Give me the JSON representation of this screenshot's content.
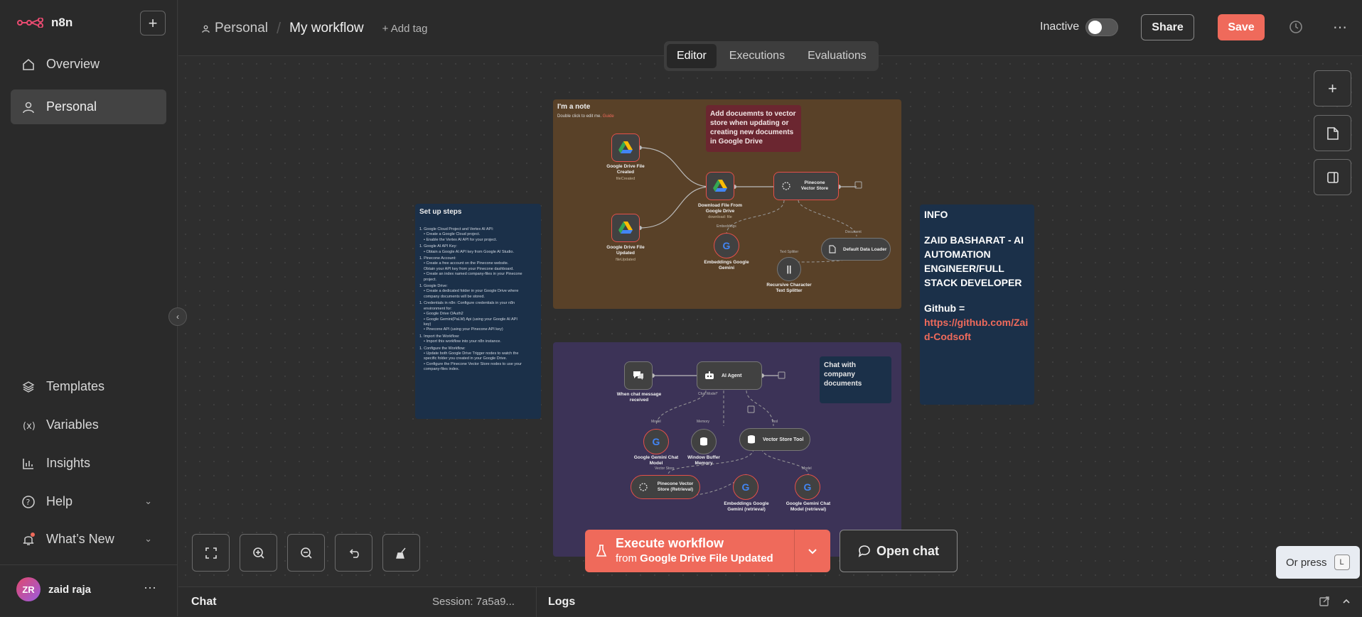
{
  "sidebar": {
    "logo_text": "n8n",
    "items": [
      {
        "label": "Overview",
        "icon": "home-icon"
      },
      {
        "label": "Personal",
        "icon": "user-icon"
      }
    ],
    "bottom_items": [
      {
        "label": "Templates",
        "icon": "templates-icon"
      },
      {
        "label": "Variables",
        "icon": "variables-icon"
      },
      {
        "label": "Insights",
        "icon": "insights-icon"
      },
      {
        "label": "Help",
        "icon": "help-icon"
      },
      {
        "label": "What’s New",
        "icon": "bell-icon"
      }
    ],
    "user": {
      "initials": "ZR",
      "name": "zaid raja"
    }
  },
  "header": {
    "project": "Personal",
    "workflow": "My workflow",
    "add_tag": "+ Add tag",
    "status": "Inactive",
    "share": "Share",
    "save": "Save"
  },
  "tabs": [
    "Editor",
    "Executions",
    "Evaluations"
  ],
  "notes": {
    "top_title": "I'm a note",
    "top_sub": "Double click to edit me.",
    "top_sub_link": "Guide",
    "red": "Add docuemnts to vector store when updating or creating new documents in Google Drive",
    "chat": "Chat with company documents",
    "steps_title": "Set up steps",
    "steps": [
      "1. Google Cloud Project and Vertex AI API:",
      "• Create a Google Cloud project.",
      "• Enable the Vertex AI API for your project.",
      "1. Google AI API Key:",
      "• Obtain a Google AI API key from Google AI Studio.",
      "1. Pinecone Account:",
      "• Create a free account on the Pinecone website.",
      "  Obtain your API key from your Pinecone dashboard.",
      "• Create an index named company-files in your Pinecone",
      "  project.",
      "1. Google Drive:",
      "• Create a dedicated folder in your Google Drive where",
      "  company documents will be stored.",
      "1. Credentials in n8n: Configure credentials in your n8n",
      "  environment for:",
      "• Google Drive OAuth2",
      "• Google Gemini(PaLM) Api (using your Google AI API",
      "  key)",
      "• Pinecone API (using your Pinecone API key)",
      "1. Import the Workflow:",
      "• Import this workflow into your n8n instance.",
      "1. Configure the Workflow:",
      "• Update both Google Drive Trigger nodes to watch the",
      "  specific folder you created in your Google Drive.",
      "• Configure the Pinecone Vector Store nodes to use your",
      "  company-files index."
    ],
    "info_title": "INFO",
    "info_body": "ZAID BASHARAT - AI AUTOMATION ENGINEER/FULL STACK DEVELOPER",
    "info_github": "Github =",
    "info_link": "https://github.com/Zaid-Codsoft"
  },
  "nodes": {
    "gd_created": {
      "label": "Google Drive File Created",
      "sub": "fileCreated"
    },
    "gd_updated": {
      "label": "Google Drive File Updated",
      "sub": "fileUpdated"
    },
    "download": {
      "label": "Download File From Google Drive",
      "sub": "download: file"
    },
    "pinecone": {
      "label": "Pinecone Vector Store"
    },
    "emb": {
      "label": "Embeddings Google Gemini"
    },
    "loader": {
      "label": "Default Data Loader"
    },
    "splitter": {
      "label": "Recursive Character Text Splitter"
    },
    "chat_trigger": {
      "label": "When chat message received"
    },
    "agent": {
      "label": "AI Agent"
    },
    "gemini_chat": {
      "label": "Google Gemini Chat Model"
    },
    "memory": {
      "label": "Window Buffer Memory"
    },
    "vs_tool": {
      "label": "Vector Store Tool"
    },
    "pinecone_r": {
      "label": "Pinecone Vector Store (Retrieval)"
    },
    "emb_r": {
      "label": "Embeddings Google Gemini (retrieval)"
    },
    "gemini_r": {
      "label": "Google Gemini Chat Model (retrieval)"
    }
  },
  "conn_labels": {
    "embeddings": "Embeddings",
    "document": "Document",
    "text_splitter": "Text Splitter",
    "model": "Model",
    "memory": "Memory",
    "tool": "Tool",
    "chat_model": "Chat Model*",
    "vector_store": "Vector Store",
    "model2": "Model"
  },
  "execute": {
    "main": "Execute workflow",
    "from": "from",
    "trigger": "Google Drive File Updated"
  },
  "open_chat": "Open chat",
  "or_press": "Or press",
  "or_press_key": "L",
  "log_panel": {
    "chat": "Chat",
    "session": "Session: 7a5a9...",
    "logs": "Logs"
  },
  "colors": {
    "accent": "#ef6a5b",
    "note_brown": "#594128",
    "note_purple": "#3c3357",
    "note_blue": "#1b3049"
  }
}
